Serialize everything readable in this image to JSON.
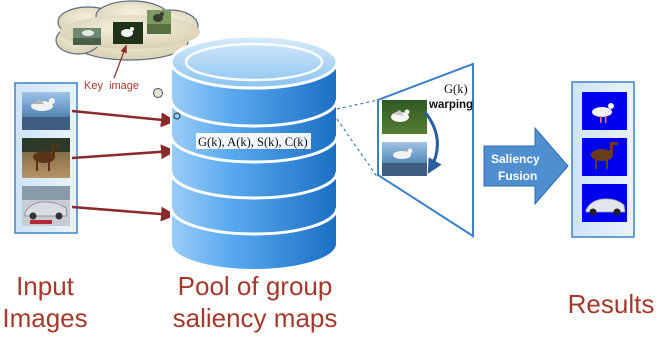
{
  "labels": {
    "key_image": "Key  image",
    "pool_formula": "G(k), A(k), S(k), C(k)",
    "warp_formula": "G(k)",
    "warping": "warping",
    "fusion_line1": "Saliency",
    "fusion_line2": "Fusion"
  },
  "captions": {
    "input": "Input\nImages",
    "pool": "Pool of group\nsaliency maps",
    "results": "Results"
  },
  "colors": {
    "caption": "#a33a2b",
    "arrow": "#8b2a2a",
    "cylinder_light": "#a9d3f5",
    "cylinder_dark": "#1f7fd6",
    "panel_border": "#3b82c4",
    "fusion_arrow": "#4f8fd0",
    "result_background": "#0000f0"
  },
  "images": {
    "cloud_thumbnails": [
      "bird-photo-1",
      "bird-photo-key",
      "bird-photo-3"
    ],
    "inputs": [
      "seagull-photo",
      "camel-photo",
      "car-photo"
    ],
    "warp": [
      "bird-grass-photo",
      "seagull-warped-photo"
    ],
    "results": [
      "seagull-saliency-result",
      "camel-saliency-result",
      "car-saliency-result"
    ]
  }
}
